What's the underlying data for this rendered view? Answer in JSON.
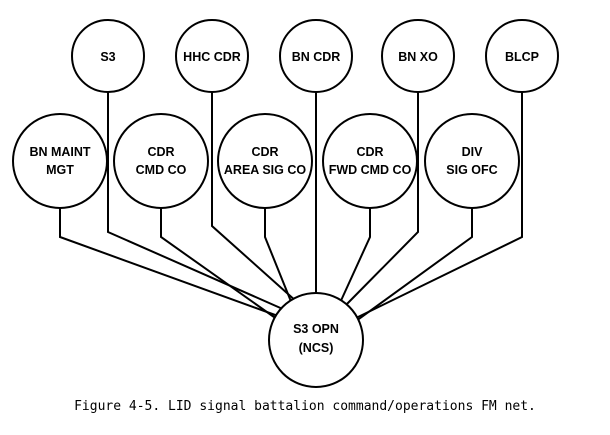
{
  "diagram": {
    "hub": {
      "lines": [
        "S3 OPN",
        "(NCS)"
      ]
    },
    "top_row": [
      {
        "id": "s3",
        "lines": [
          "S3"
        ]
      },
      {
        "id": "hhc-cdr",
        "lines": [
          "HHC CDR"
        ]
      },
      {
        "id": "bn-cdr",
        "lines": [
          "BN CDR"
        ]
      },
      {
        "id": "bn-xo",
        "lines": [
          "BN XO"
        ]
      },
      {
        "id": "blcp",
        "lines": [
          "BLCP"
        ]
      }
    ],
    "bottom_row": [
      {
        "id": "bn-maint-mgt",
        "lines": [
          "BN MAINT",
          "MGT"
        ]
      },
      {
        "id": "cdr-cmd-co",
        "lines": [
          "CDR",
          "CMD CO"
        ]
      },
      {
        "id": "cdr-area-sig-co",
        "lines": [
          "CDR",
          "AREA SIG CO"
        ]
      },
      {
        "id": "cdr-fwd-cmd-co",
        "lines": [
          "CDR",
          "FWD CMD CO"
        ]
      },
      {
        "id": "div-sig-ofc",
        "lines": [
          "DIV",
          "SIG OFC"
        ]
      }
    ]
  },
  "caption": "Figure 4-5. LID signal battalion command/operations FM net."
}
